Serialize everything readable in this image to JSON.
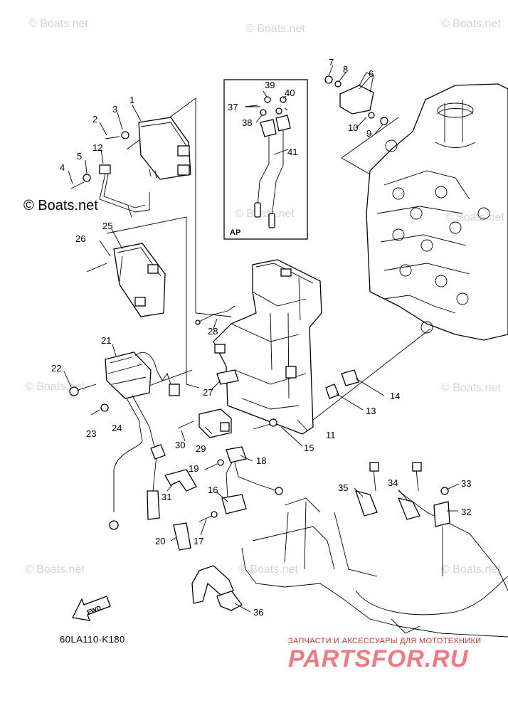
{
  "watermark_text": "© Boats.net",
  "copyright_label": "© Boats.net",
  "diagram_code": "60LA110-K180",
  "inset_label": "AP",
  "fwd_label": "FWD",
  "brand": {
    "tagline": "ЗАПЧАСТИ И АКСЕССУАРЫ ДЛЯ МОТОТЕХНИКИ",
    "logo": "PARTSFOR.RU",
    "color": "#ee7a83"
  },
  "callouts": [
    {
      "n": "1"
    },
    {
      "n": "2"
    },
    {
      "n": "3"
    },
    {
      "n": "4"
    },
    {
      "n": "5"
    },
    {
      "n": "6"
    },
    {
      "n": "7"
    },
    {
      "n": "8"
    },
    {
      "n": "9"
    },
    {
      "n": "10"
    },
    {
      "n": "11"
    },
    {
      "n": "12"
    },
    {
      "n": "13"
    },
    {
      "n": "14"
    },
    {
      "n": "15"
    },
    {
      "n": "16"
    },
    {
      "n": "17"
    },
    {
      "n": "18"
    },
    {
      "n": "19"
    },
    {
      "n": "20"
    },
    {
      "n": "21"
    },
    {
      "n": "22"
    },
    {
      "n": "23"
    },
    {
      "n": "24"
    },
    {
      "n": "25"
    },
    {
      "n": "26"
    },
    {
      "n": "27"
    },
    {
      "n": "28"
    },
    {
      "n": "29"
    },
    {
      "n": "30"
    },
    {
      "n": "31"
    },
    {
      "n": "32"
    },
    {
      "n": "33"
    },
    {
      "n": "34"
    },
    {
      "n": "35"
    },
    {
      "n": "36"
    },
    {
      "n": "37"
    },
    {
      "n": "38"
    },
    {
      "n": "39"
    },
    {
      "n": "40"
    },
    {
      "n": "41"
    }
  ]
}
